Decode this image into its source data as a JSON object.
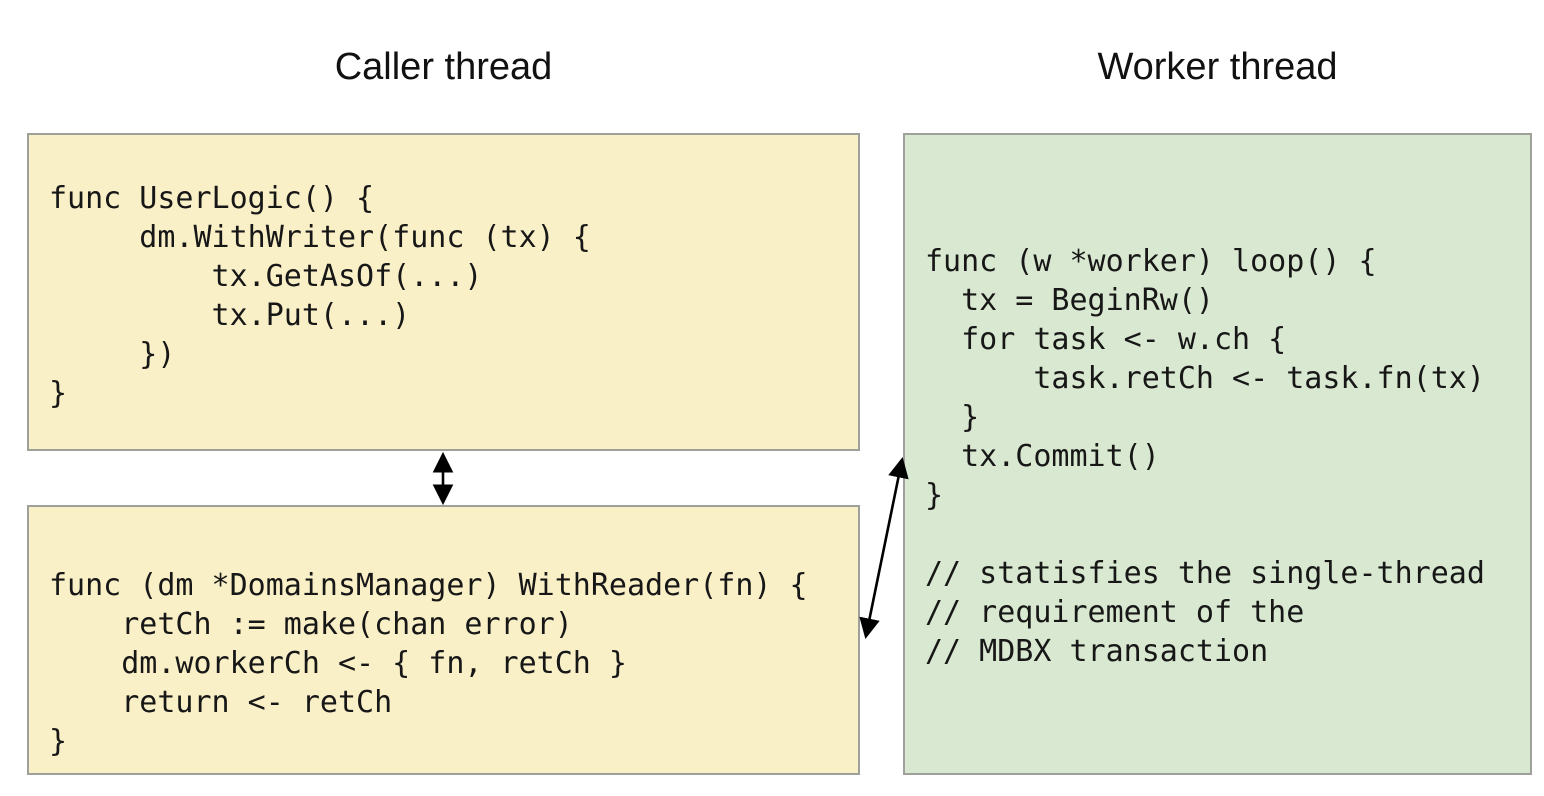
{
  "titles": {
    "caller": "Caller thread",
    "worker": "Worker thread"
  },
  "boxes": {
    "user_logic": {
      "thread": "caller",
      "code": "func UserLogic() {\n     dm.WithWriter(func (tx) {\n         tx.GetAsOf(...)\n         tx.Put(...)\n     })\n}"
    },
    "with_reader": {
      "thread": "caller",
      "code": "func (dm *DomainsManager) WithReader(fn) {\n    retCh := make(chan error)\n    dm.workerCh <- { fn, retCh }\n    return <- retCh\n}"
    },
    "worker_loop": {
      "thread": "worker",
      "code": "func (w *worker) loop() {\n  tx = BeginRw()\n  for task <- w.ch {\n      task.retCh <- task.fn(tx)\n  }\n  tx.Commit()\n}\n\n// statisfies the single-thread\n// requirement of the\n// MDBX transaction"
    }
  },
  "connectors": [
    {
      "name": "caller-boxes-arrow",
      "type": "double-headed-vertical-arrow",
      "from": "user_logic",
      "to": "with_reader"
    },
    {
      "name": "reader-worker-arrow",
      "type": "double-headed-diagonal-arrow",
      "from": "with_reader",
      "to": "worker_loop"
    }
  ],
  "colors": {
    "caller_box_fill": "#faf0c8",
    "worker_box_fill": "#d9e8d0",
    "box_border": "#a0a09b",
    "arrow": "#000000",
    "text": "#171717",
    "background": "#ffffff"
  }
}
